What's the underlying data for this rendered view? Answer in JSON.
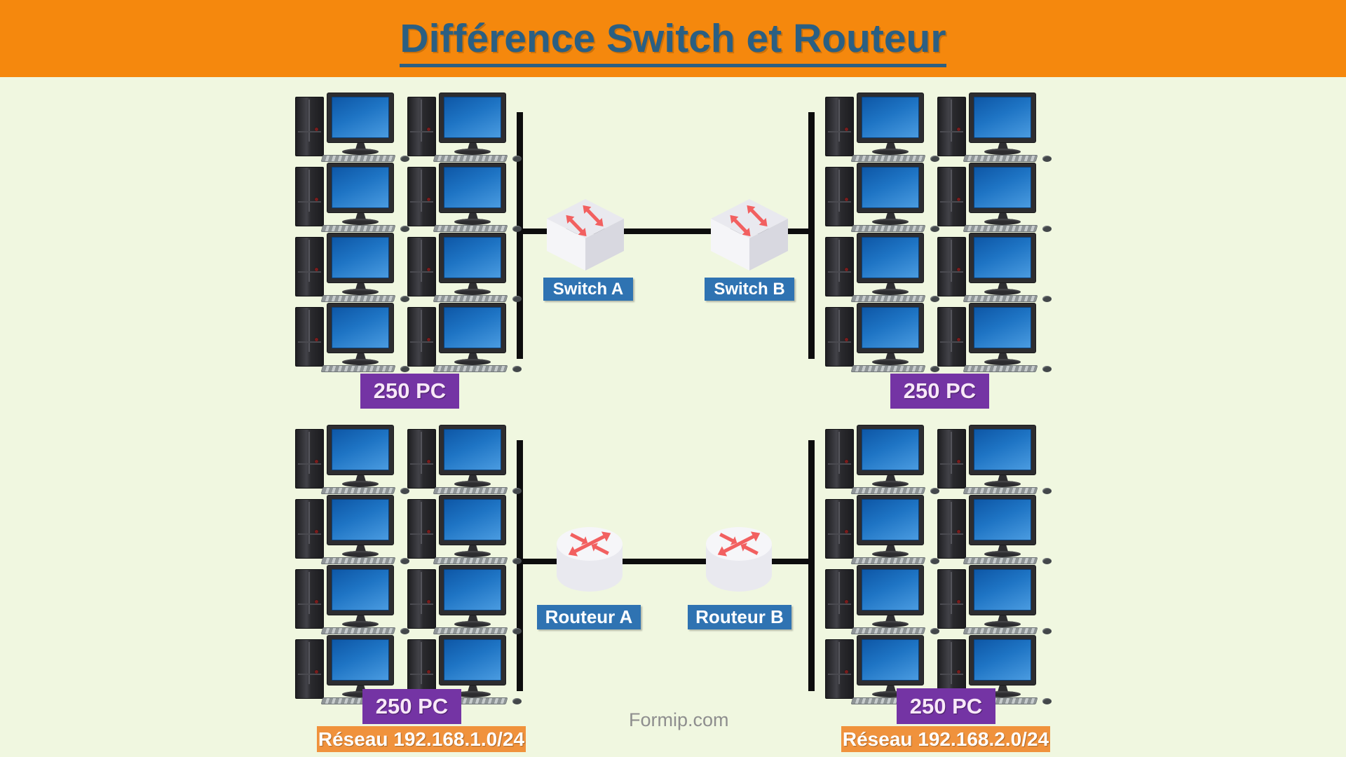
{
  "title": "Différence Switch et Routeur",
  "watermark": "Formip.com",
  "colors": {
    "banner": "#F5880D",
    "background": "#F0F7E0",
    "title_text": "#2B5F82",
    "device_label_bg": "#2F73B2",
    "pc_count_bg": "#7434A4",
    "network_label_bg": "#F0923C",
    "line": "#0D0D0D",
    "arrow": "#F26060",
    "watermark_text": "#8E8E8E"
  },
  "icons": {
    "switch": "switch-crossed-arrows-cube-icon",
    "router": "router-crossed-arrows-cylinder-icon",
    "pc": "desktop-computer-icon"
  },
  "devices": {
    "switch_a": {
      "label": "Switch A",
      "type": "switch"
    },
    "switch_b": {
      "label": "Switch B",
      "type": "switch"
    },
    "router_a": {
      "label": "Routeur A",
      "type": "router"
    },
    "router_b": {
      "label": "Routeur B",
      "type": "router"
    }
  },
  "groups": [
    {
      "id": "top-left",
      "pcs": 8,
      "pc_count": "250 PC"
    },
    {
      "id": "top-right",
      "pcs": 8,
      "pc_count": "250 PC"
    },
    {
      "id": "bottom-left",
      "pcs": 8,
      "pc_count": "250 PC",
      "network": "Réseau 192.168.1.0/24"
    },
    {
      "id": "bottom-right",
      "pcs": 8,
      "pc_count": "250 PC",
      "network": "Réseau 192.168.2.0/24"
    }
  ]
}
